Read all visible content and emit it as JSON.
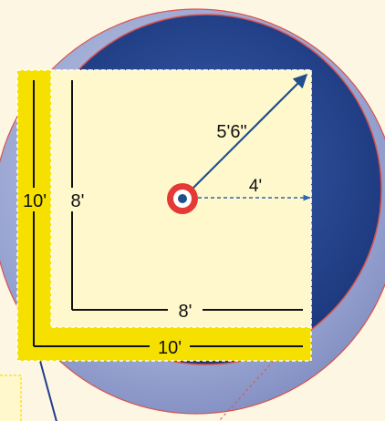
{
  "labels": {
    "outer_width": "10'",
    "outer_height": "10'",
    "inner_width": "8'",
    "inner_height": "8'",
    "diagonal": "5'6\"",
    "radius": "4'"
  },
  "colors": {
    "background": "#fdf6e3",
    "outer_ring": "#9aa6d2",
    "inner_disc": "#1f3f8c",
    "circle_edge": "#d9534f",
    "outer_square": "#f6e000",
    "inner_square": "#fff8cc",
    "square_border": "#ffffff",
    "target_red": "#e53935",
    "arrow_blue": "#1f4f8f",
    "dimension_line": "#111111"
  }
}
